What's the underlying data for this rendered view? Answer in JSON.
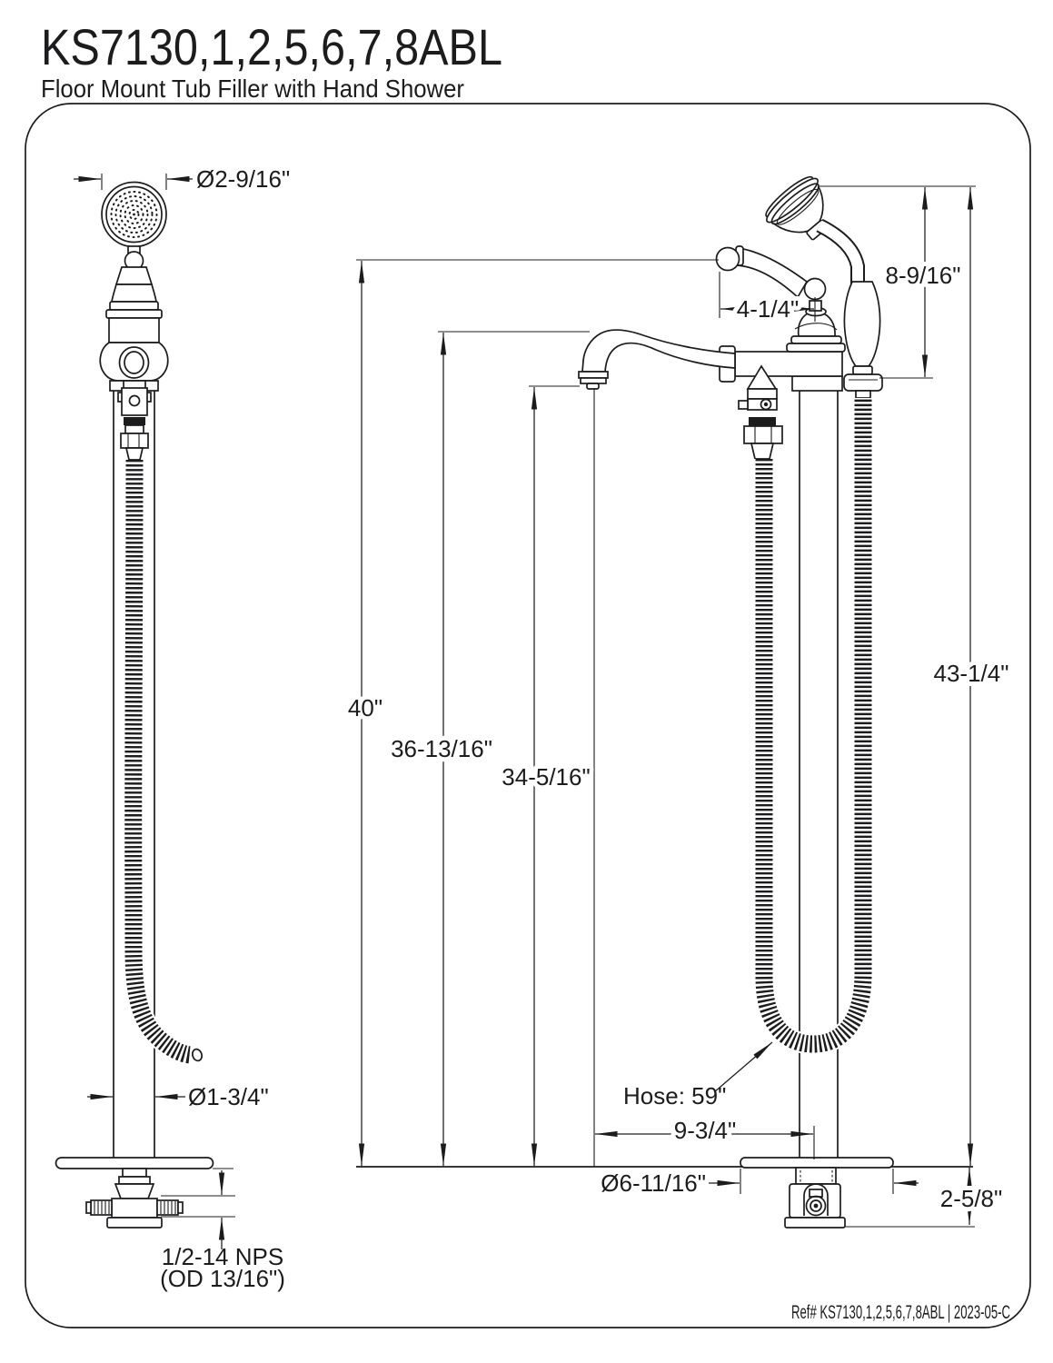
{
  "page": {
    "title": "KS7130,1,2,5,6,7,8ABL",
    "subtitle": "Floor Mount Tub Filler with Hand Shower"
  },
  "footer": {
    "text": "Ref# KS7130,1,2,5,6,7,8ABL | 2023-05-C"
  },
  "dimensions": {
    "spray_face_diameter": "Ø2-9/16\"",
    "handle_to_center": "4-1/4\"",
    "hand_shower_length": "8-9/16\"",
    "total_height": "43-1/4\"",
    "handle_height": "40\"",
    "spout_top_height": "36-13/16\"",
    "spout_outlet_height": "34-5/16\"",
    "pole_diameter": "Ø1-3/4\"",
    "hose_length": "Hose: 59\"",
    "spout_reach": "9-3/4\"",
    "base_plate_diameter": "Ø6-11/16\"",
    "under_floor_depth": "2-5/8\"",
    "inlet_spec_line1": "1/2-14 NPS",
    "inlet_spec_line2": "(OD 13/16\")"
  },
  "colors": {
    "line": "#1c1c1e",
    "background": "#ffffff"
  }
}
